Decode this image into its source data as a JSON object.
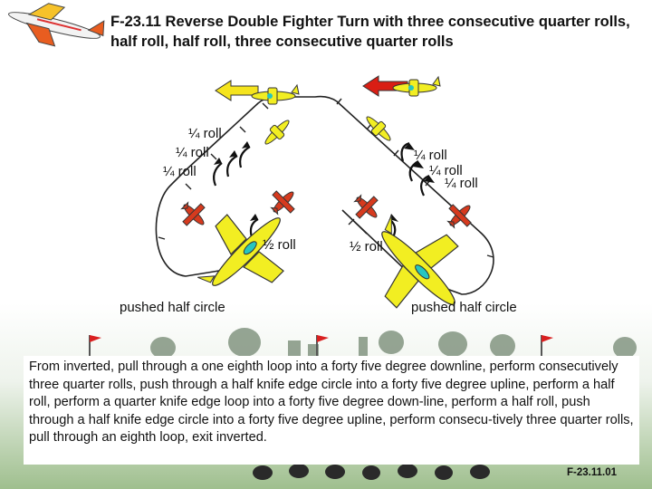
{
  "title": "F-23.11 Reverse Double Fighter Turn with three consecutive quarter rolls, half roll, half roll, three consecutive quarter rolls",
  "labels": {
    "quarter_roll": "¼ roll",
    "half_roll": "½ roll",
    "pushed_half_circle": "pushed half circle"
  },
  "description": "From inverted, pull through a one eighth loop into a forty five degree downline, perform consecutively three quarter rolls, push through a half knife edge circle into a forty five degree upline, perform a half roll, perform a quarter knife edge loop into a forty five degree down-line, perform a half roll, push through a half knife edge circle into a forty five degree upline, perform consecu-tively three quarter rolls, pull through an eighth loop, exit inverted.",
  "figure_code": "F-23.11.01",
  "icons": [
    "logo-plane-icon",
    "direction-arrow-icon",
    "plane-icon",
    "flag-icon",
    "tree-icon",
    "spectator-icon"
  ],
  "colors": {
    "plane_red": "#d63a1e",
    "plane_yellow": "#f2ee22",
    "arrow_red": "#d91e14",
    "arrow_yellow": "#f5e41d",
    "path": "#222222"
  }
}
